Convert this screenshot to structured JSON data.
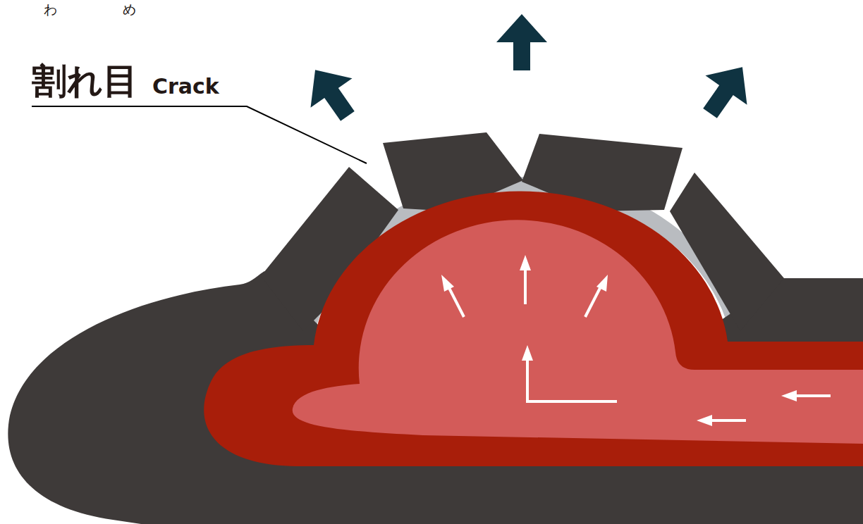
{
  "diagram": {
    "labels": [
      "わ",
      "め",
      "割れ目",
      "Crack"
    ]
  }
}
